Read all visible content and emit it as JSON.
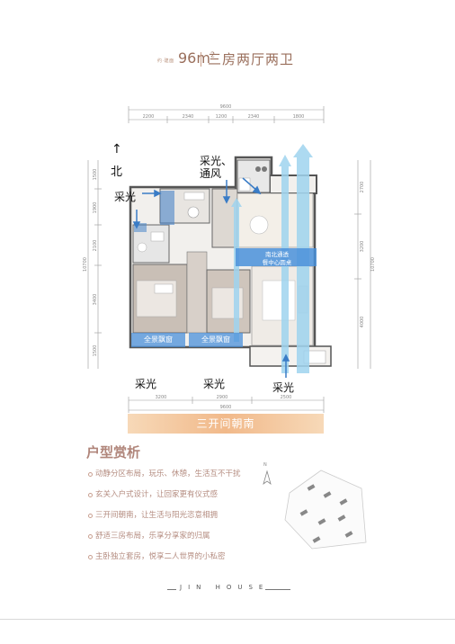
{
  "header": {
    "small_text": "约·建面",
    "area_value": "96m",
    "area_unit": "2",
    "type_label": "三房两厅两卫"
  },
  "plan": {
    "top_total": "9600",
    "top_segments": [
      "2200",
      "2340",
      "1200",
      "2340",
      "1800"
    ],
    "bottom_total": "9600",
    "bottom_segments": [
      "3200",
      "2900",
      "2500"
    ],
    "left_segments": [
      "1500",
      "1900",
      "2100",
      "3400",
      "1500"
    ],
    "left_total": "10700",
    "right_segments": [
      "2700",
      "3200",
      "4000"
    ],
    "right_total": "10700",
    "north": "北",
    "north_arrow": "arrow-up",
    "labels": {
      "light_vent": "采光、\n通风",
      "light_1": "采光",
      "light_2": "采光",
      "light_3": "采光",
      "light_4": "采光"
    },
    "window_labels": [
      "全景飘窗",
      "全景飘窗"
    ],
    "center_band": [
      "南北通透",
      "餐中心圆桌"
    ],
    "colors": {
      "accent_blue": "#4a90d9",
      "light_arrow": "#7fc4ea",
      "south_band": "#f1b98a"
    }
  },
  "south_label": "三开间朝南",
  "analysis": {
    "title": "户型赏析",
    "items": [
      "动静分区布局，玩乐、休憩，生活互不干扰",
      "玄关入户式设计，让回家更有仪式感",
      "三开间朝南，让生活与阳光恣意相拥",
      "舒适三房布局，乐享分享家的归属",
      "主卧独立套房，悦享二人世界的小私密"
    ]
  },
  "compass_letter": "N",
  "footer": {
    "brand": "JIN HOUSE"
  }
}
